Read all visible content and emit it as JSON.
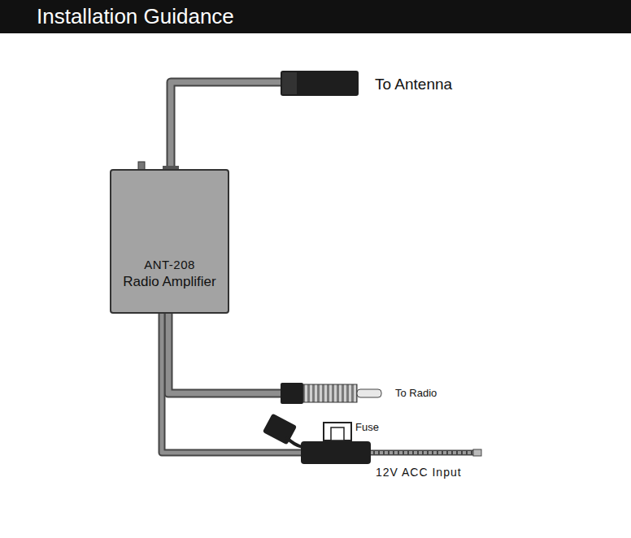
{
  "diagram": {
    "title": "Installation Guidance",
    "nodes": [
      {
        "text": [
          "ANT-208",
          "Radio Amplifier"
        ]
      }
    ],
    "edges": [],
    "labels": [
      "To Antenna",
      "To Radio",
      "Fuse",
      "12V ACC Input"
    ]
  }
}
